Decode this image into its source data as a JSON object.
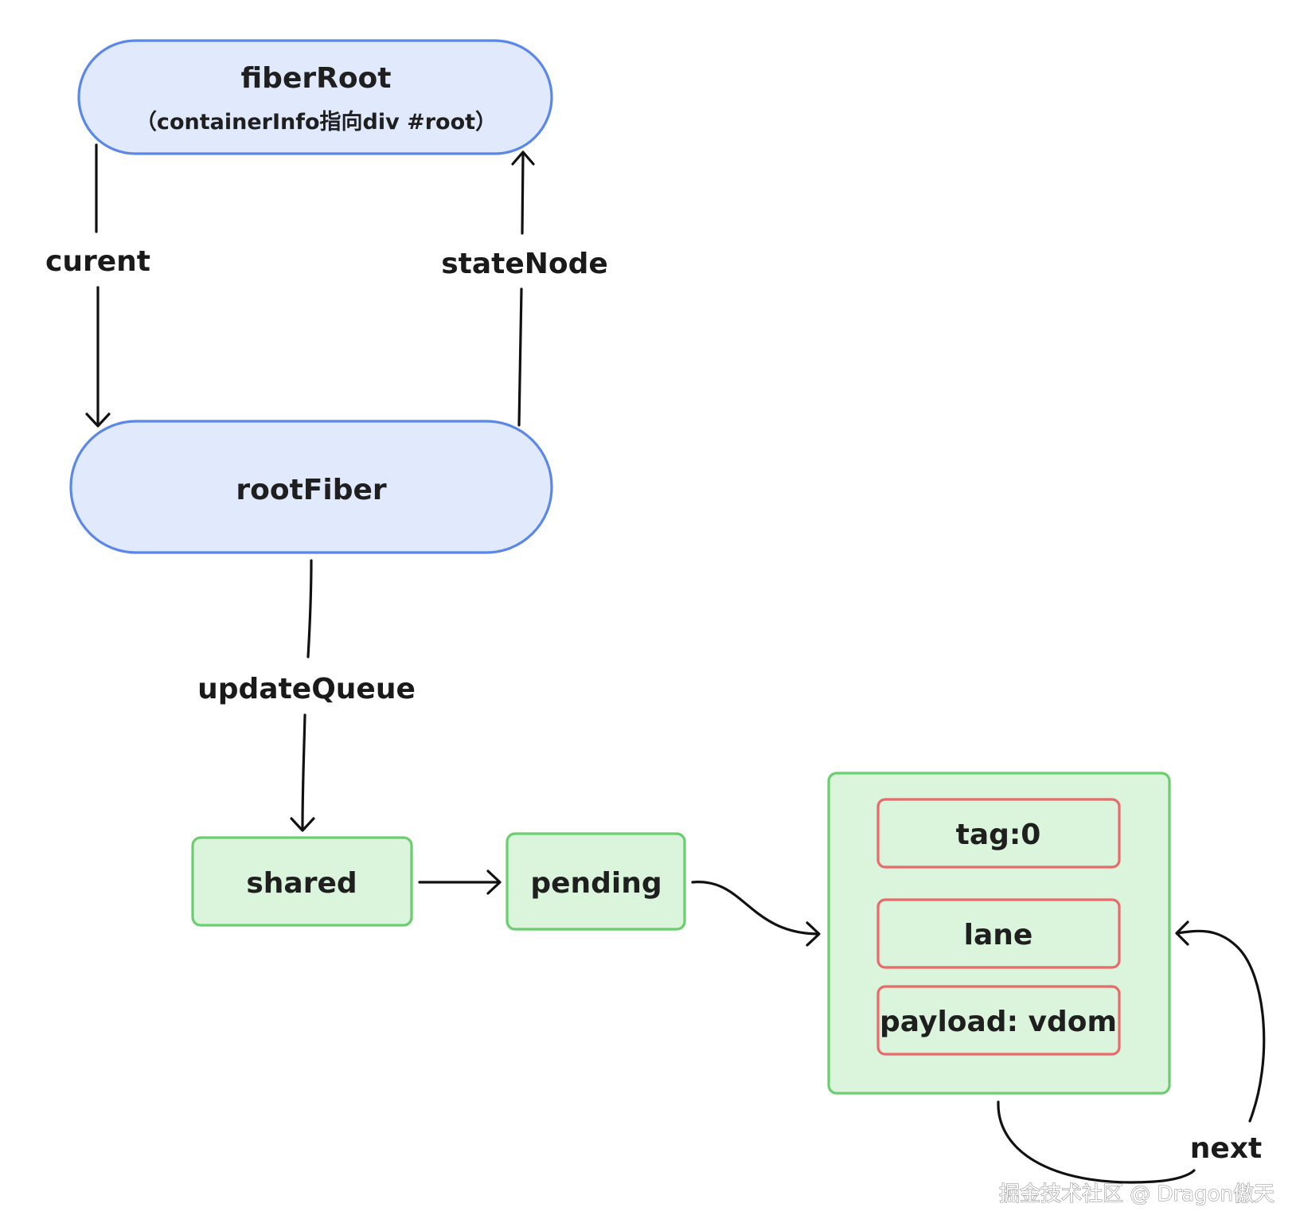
{
  "nodes": {
    "fiber_root": {
      "title": "fiberRoot",
      "subtitle": "（containerInfo指向div #root）"
    },
    "root_fiber": {
      "title": "rootFiber"
    },
    "shared": {
      "label": "shared"
    },
    "pending": {
      "label": "pending"
    },
    "update_object": {
      "fields": [
        "tag:0",
        "lane",
        "payload: vdom"
      ]
    }
  },
  "edges": {
    "current": "curent",
    "state_node": "stateNode",
    "update_queue": "updateQueue",
    "next": "next"
  },
  "colors": {
    "blue_fill": "#e1e9fc",
    "blue_stroke": "#5b88e8",
    "green_fill": "#dbf5dc",
    "green_stroke": "#6acd6e",
    "red_stroke": "#e86a6a",
    "line": "#111111"
  },
  "watermark": "掘金技术社区 @ Dragon傲天"
}
